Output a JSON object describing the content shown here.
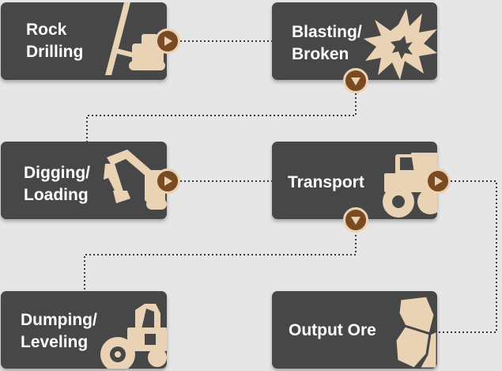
{
  "colors": {
    "background": "#e6e6e6",
    "card": "#474747",
    "illustration": "#ead3b5",
    "arrow_fill": "#7a4a22",
    "connector": "#3a3a3a"
  },
  "steps": [
    {
      "label": "Rock\nDrilling",
      "icon": "drill-rig-icon"
    },
    {
      "label": "Blasting/\nBroken",
      "icon": "explosion-icon"
    },
    {
      "label": "Digging/\nLoading",
      "icon": "excavator-icon"
    },
    {
      "label": "Transport",
      "icon": "dump-truck-icon"
    },
    {
      "label": "Dumping/\nLeveling",
      "icon": "road-roller-icon"
    },
    {
      "label": "Output Ore",
      "icon": "ore-rock-icon"
    }
  ],
  "arrow_icons": {
    "right": "play-right-icon",
    "down": "play-down-icon"
  }
}
